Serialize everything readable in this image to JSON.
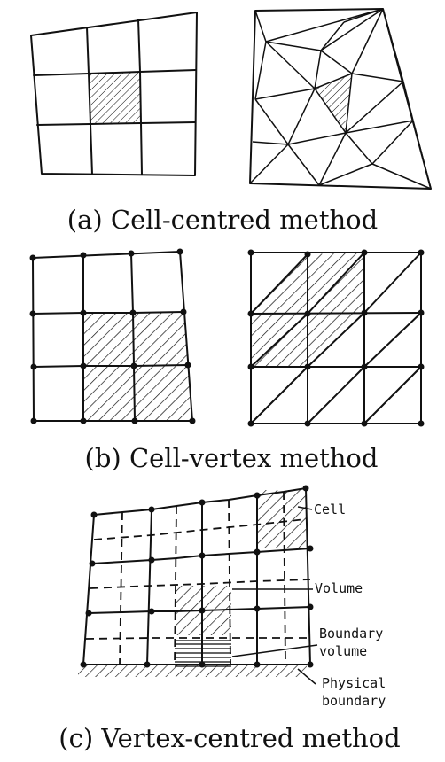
{
  "captions": {
    "a": "(a) Cell-centred method",
    "b": "(b) Cell-vertex method",
    "c": "(c) Vertex-centred method"
  },
  "labels": {
    "cell": "Cell",
    "volume": "Volume",
    "boundary_volume_line1": "Boundary",
    "boundary_volume_line2": "volume",
    "physical_boundary_line1": "Physical",
    "physical_boundary_line2": "boundary"
  }
}
